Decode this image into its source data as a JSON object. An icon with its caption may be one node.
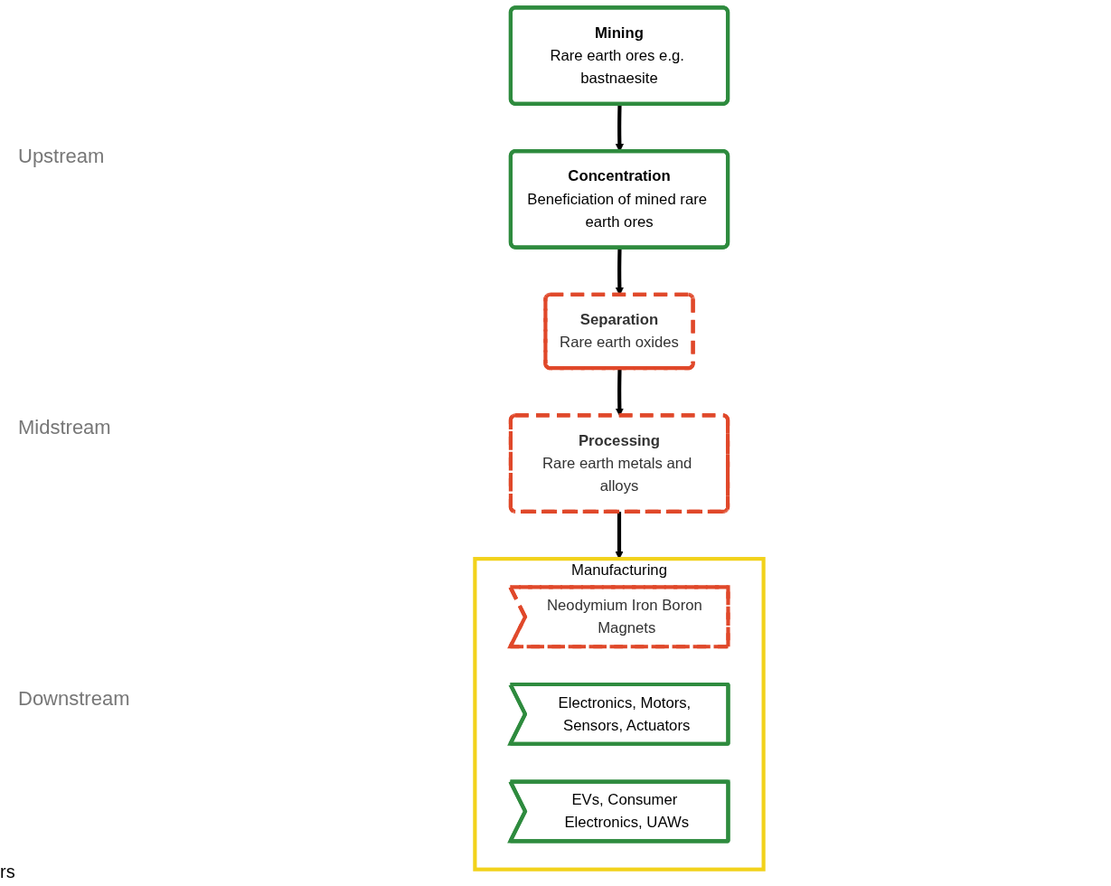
{
  "diagram": {
    "nodes": [
      {
        "text": [
          "Mining",
          "Rare earth ores e.g. bastnaesite"
        ]
      },
      {
        "text": [
          "Concentration",
          "Beneficiation of mined rare earth ores"
        ]
      },
      {
        "text": [
          "Separation",
          "Rare earth oxides"
        ]
      },
      {
        "text": [
          "Processing",
          "Rare earth metals and alloys"
        ]
      },
      {
        "text": [
          "Manufacturing"
        ]
      },
      {
        "text": [
          "Neodymium Iron Boron Magnets"
        ],
        "in": 4
      },
      {
        "text": [
          "Electronics, Motors, Sensors, Actuators"
        ],
        "in": 4
      },
      {
        "text": [
          "EVs, Consumer Electronics, UAWs"
        ],
        "in": 4
      }
    ],
    "edges": [
      {
        "from": 0,
        "to": 1,
        "arrow": "to"
      },
      {
        "from": 1,
        "to": 2,
        "arrow": "to"
      },
      {
        "from": 2,
        "to": 3,
        "arrow": "to"
      },
      {
        "from": 3,
        "to": 4,
        "arrow": "to"
      }
    ],
    "labels": [
      "Upstream",
      "Midstream",
      "Downstream",
      "rs"
    ]
  }
}
